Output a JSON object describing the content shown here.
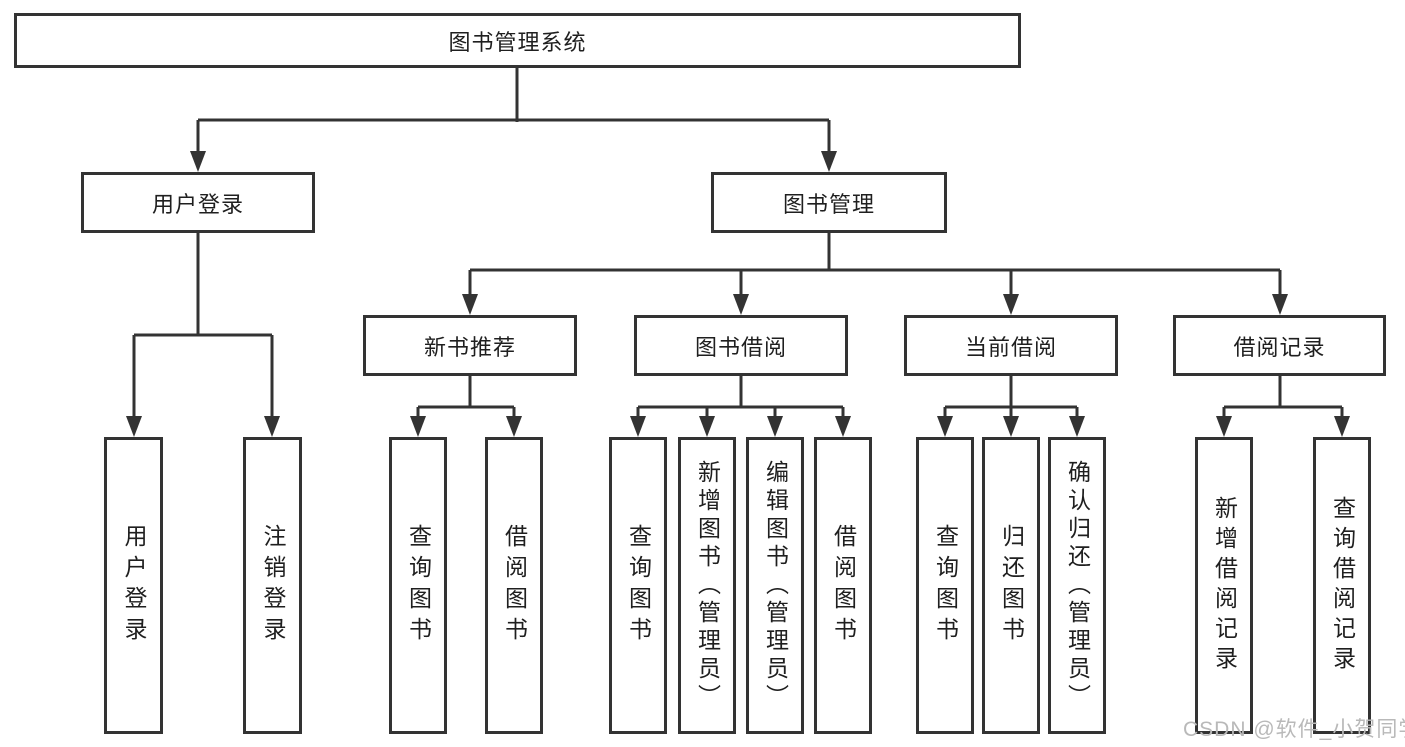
{
  "diagram": {
    "root": "图书管理系统",
    "branches": {
      "user_login": {
        "label": "用户登录",
        "children": {
          "login": "用户登录",
          "logout": "注销登录"
        }
      },
      "book_mgmt": {
        "label": "图书管理",
        "sections": {
          "new_book": {
            "label": "新书推荐",
            "children": {
              "query": "查询图书",
              "borrow": "借阅图书"
            }
          },
          "borrowing": {
            "label": "图书借阅",
            "children": {
              "query": "查询图书",
              "add": "新增图书（管理员）",
              "edit": "编辑图书（管理员）",
              "borrow": "借阅图书"
            }
          },
          "current": {
            "label": "当前借阅",
            "children": {
              "query": "查询图书",
              "return": "归还图书",
              "confirm": "确认归还（管理员）"
            }
          },
          "records": {
            "label": "借阅记录",
            "children": {
              "add": "新增借阅记录",
              "query": "查询借阅记录"
            }
          }
        }
      }
    }
  },
  "watermark": "CSDN @软件_小贺同学",
  "colors": {
    "line": "#333333",
    "text": "#1f1f1f",
    "watermark": "#b9b9b9",
    "background": "#ffffff"
  }
}
